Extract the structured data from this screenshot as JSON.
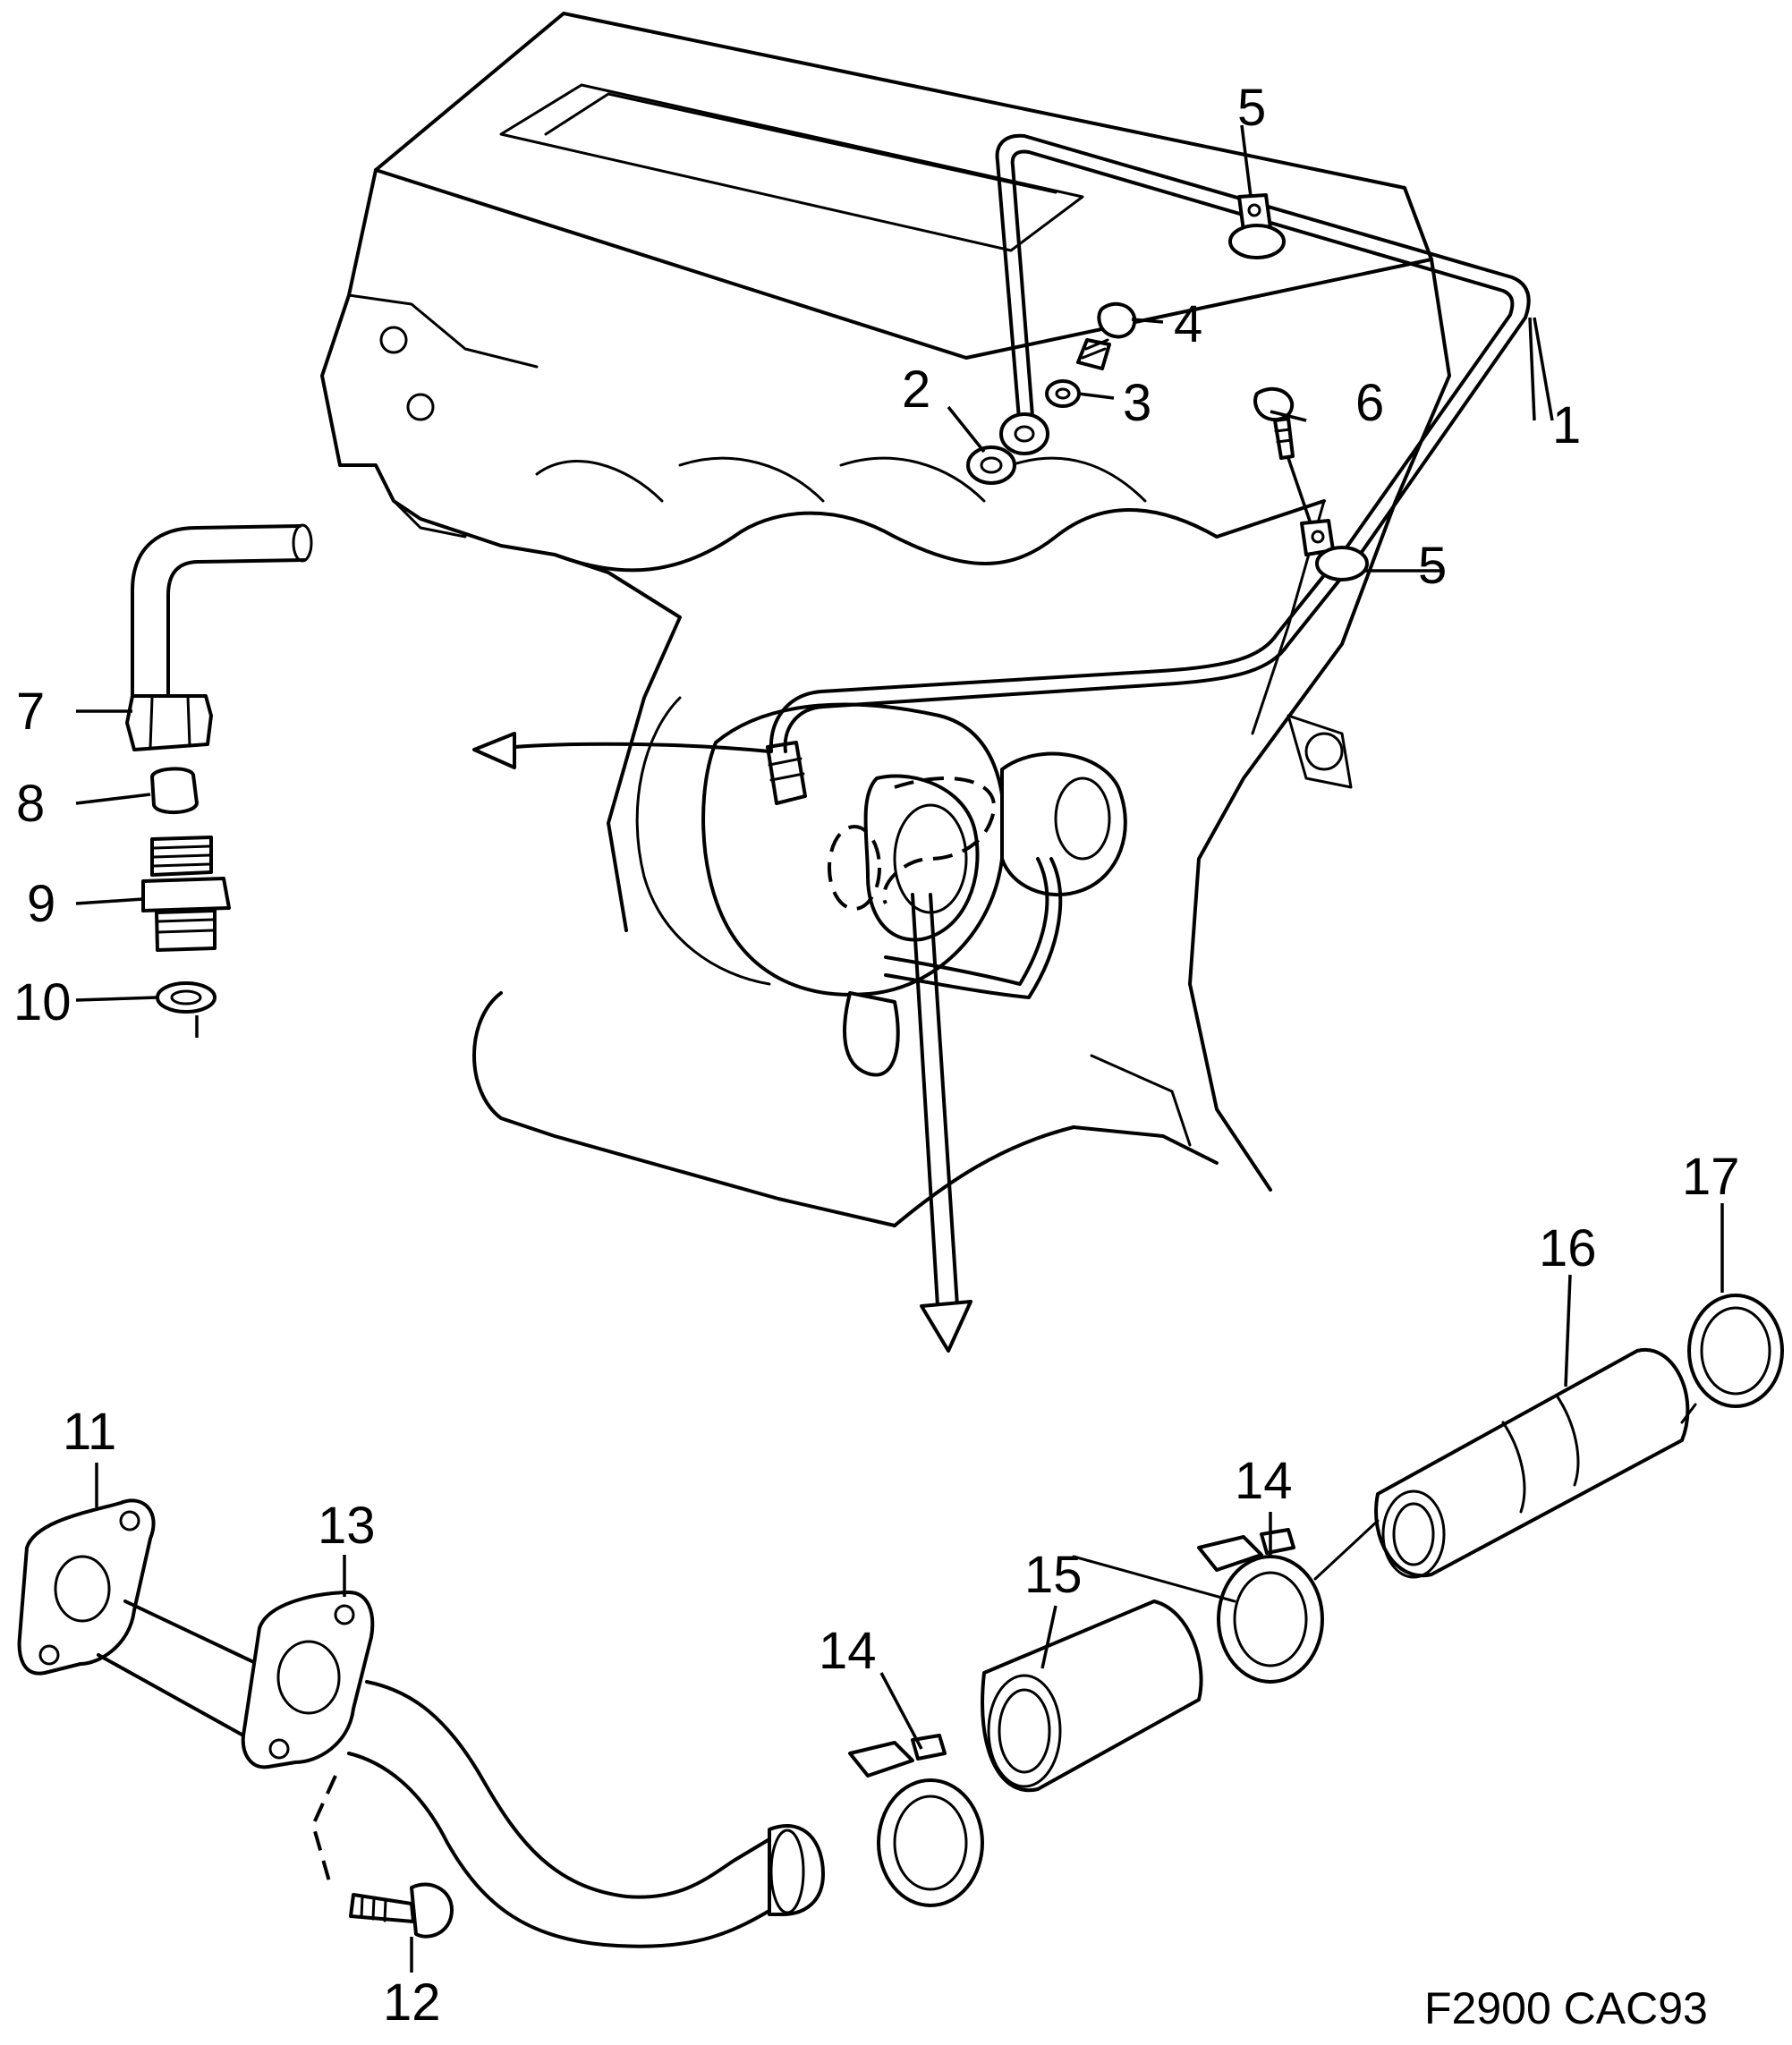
{
  "diagram": {
    "reference_code": "F2900 CAC93",
    "callouts": {
      "c1": "1",
      "c2": "2",
      "c3": "3",
      "c4": "4",
      "c5a": "5",
      "c5b": "5",
      "c6": "6",
      "c7": "7",
      "c8": "8",
      "c9": "9",
      "c10": "10",
      "c11": "11",
      "c12": "12",
      "c13": "13",
      "c14a": "14",
      "c14b": "14",
      "c15": "15",
      "c16": "16",
      "c17": "17"
    }
  }
}
